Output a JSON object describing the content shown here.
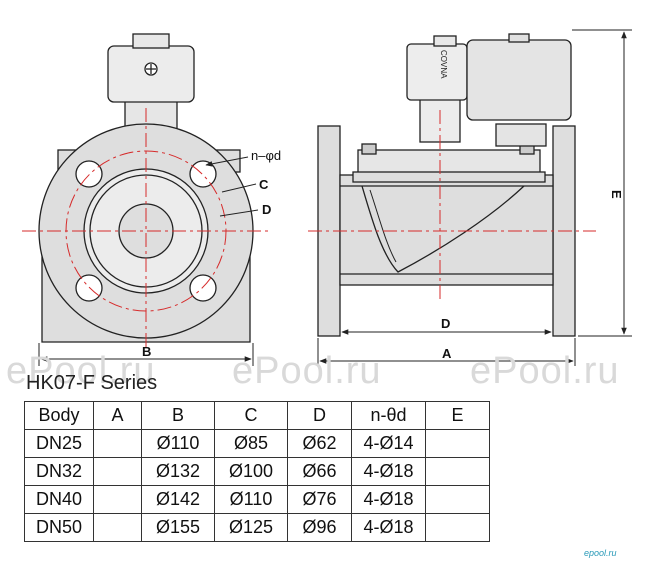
{
  "front_view": {
    "label_nd": "n–φd",
    "label_c": "C",
    "label_d": "D",
    "label_b": "B"
  },
  "side_view": {
    "coil_brand": "COVNA",
    "label_d": "D",
    "label_a": "A",
    "label_e": "E"
  },
  "watermark": "ePool.ru",
  "series_title": "HK07-F Series",
  "table": {
    "headers": [
      "Body",
      "A",
      "B",
      "C",
      "D",
      "n-θd",
      "E"
    ],
    "rows": [
      [
        "DN25",
        "",
        "Ø110",
        "Ø85",
        "Ø62",
        "4-Ø14",
        ""
      ],
      [
        "DN32",
        "",
        "Ø132",
        "Ø100",
        "Ø66",
        "4-Ø18",
        ""
      ],
      [
        "DN40",
        "",
        "Ø142",
        "Ø110",
        "Ø76",
        "4-Ø18",
        ""
      ],
      [
        "DN50",
        "",
        "Ø155",
        "Ø125",
        "Ø96",
        "4-Ø18",
        ""
      ]
    ]
  },
  "corner_logo": "epool.ru",
  "colors": {
    "line": "#222222",
    "centerline": "#d62b2b",
    "body_fill": "#dedede"
  }
}
